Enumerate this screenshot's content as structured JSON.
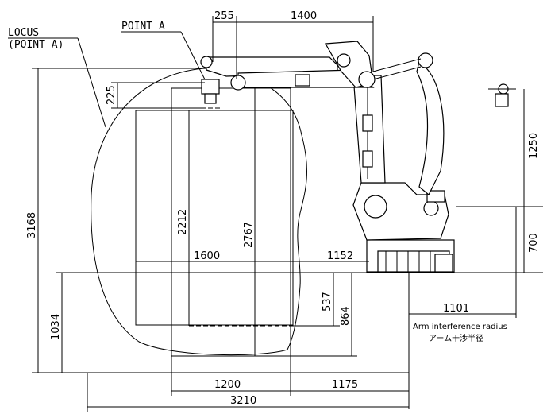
{
  "labels": {
    "locus": "LOCUS",
    "locus_sub": "(POINT A)",
    "point_a": "POINT A",
    "arm_interference_en": "Arm interference radius",
    "arm_interference_jp": "アーム干渉半径"
  },
  "dimensions": {
    "d255": "255",
    "d1400": "1400",
    "d225": "225",
    "d3168": "3168",
    "d2212": "2212",
    "d2767": "2767",
    "d1600": "1600",
    "d1152": "1152",
    "d1250": "1250",
    "d700": "700",
    "d1034": "1034",
    "d537": "537",
    "d864": "864",
    "d1101": "1101",
    "d1200": "1200",
    "d1175": "1175",
    "d3210": "3210"
  }
}
